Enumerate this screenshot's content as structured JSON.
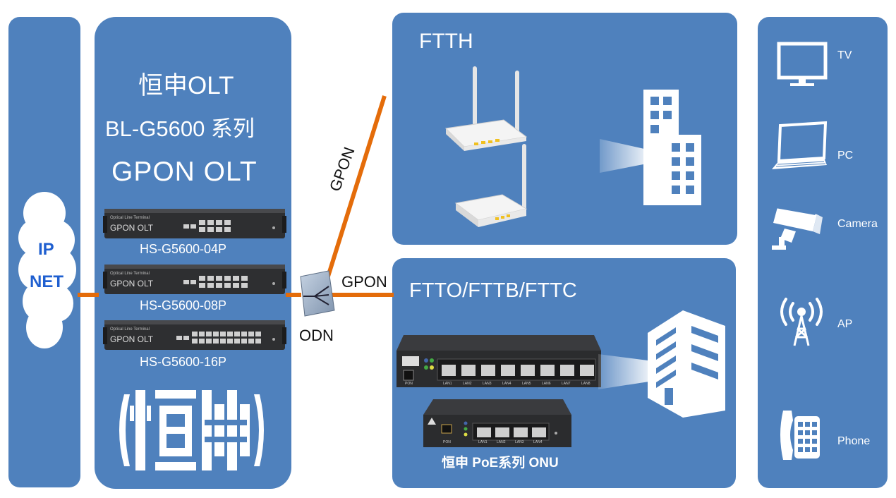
{
  "network": {
    "label_ip": "IP",
    "label_net": "NET"
  },
  "olt": {
    "title_line1": "恒申OLT",
    "title_line2": "BL-G5600 系列",
    "title_line3": "GPON OLT",
    "devices": [
      {
        "chassis_label": "GPON OLT",
        "chassis_small": "Optical Line Terminal",
        "model": "HS-G5600-04P"
      },
      {
        "chassis_label": "GPON OLT",
        "chassis_small": "Optical Line Terminal",
        "model": "HS-G5600-08P"
      },
      {
        "chassis_label": "GPON OLT",
        "chassis_small": "Optical Line Terminal",
        "model": "HS-G5600-16P"
      }
    ]
  },
  "links": {
    "gpon_upper": "GPON",
    "gpon_lower": "GPON",
    "odn": "ODN"
  },
  "ftth": {
    "title": "FTTH"
  },
  "fttx": {
    "title": "FTTO/FTTB/FTTC",
    "onu_caption": "恒申 PoE系列 ONU",
    "large_ports": [
      "LAN1",
      "LAN2",
      "LAN3",
      "LAN4",
      "LAN5",
      "LAN6",
      "LAN7",
      "LAN8"
    ],
    "small_ports": [
      "LAN1",
      "LAN2",
      "LAN3",
      "LAN4"
    ],
    "pon": "PON"
  },
  "terminals": {
    "items": [
      {
        "label": "TV",
        "icon": "tv-icon"
      },
      {
        "label": "PC",
        "icon": "laptop-icon"
      },
      {
        "label": "Camera",
        "icon": "camera-icon"
      },
      {
        "label": "AP",
        "icon": "antenna-icon"
      },
      {
        "label": "Phone",
        "icon": "phone-icon"
      }
    ]
  },
  "colors": {
    "panel": "#4f81bd",
    "link": "#e46c0a",
    "white": "#ffffff"
  }
}
